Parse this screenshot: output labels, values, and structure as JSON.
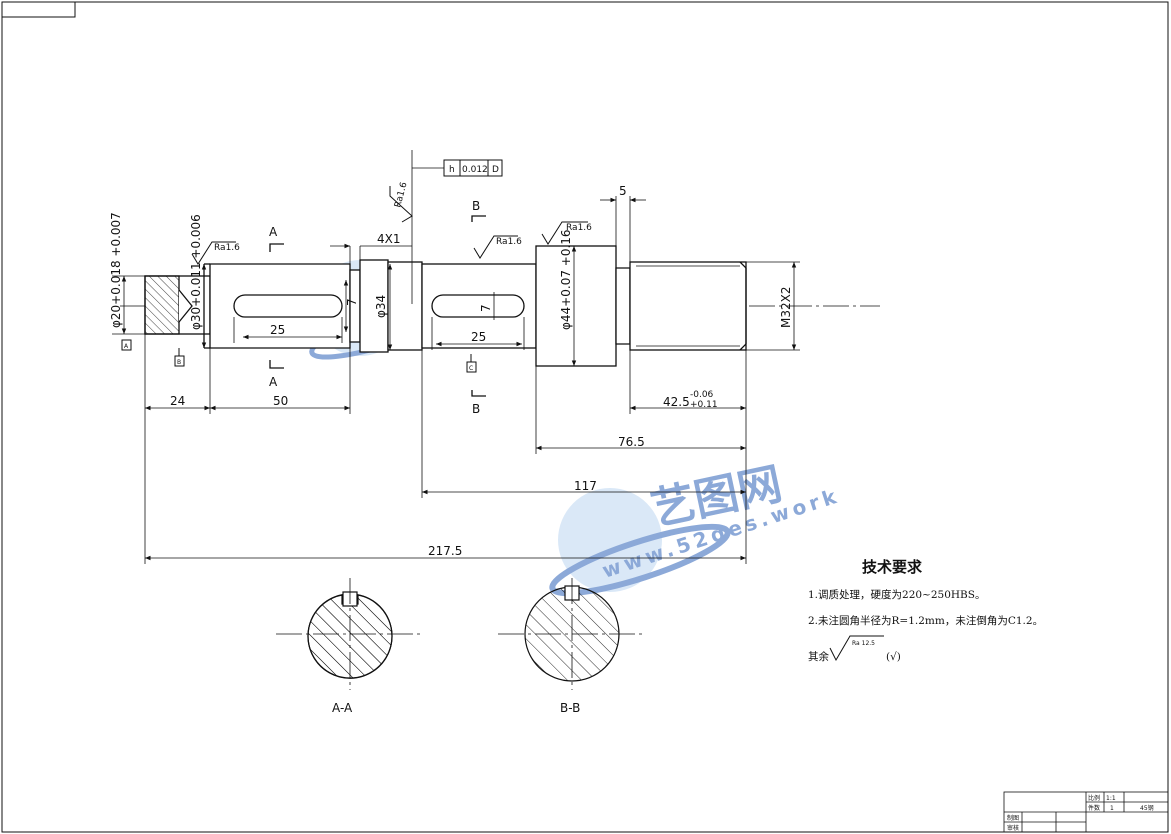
{
  "dimensions": {
    "d_phi20": "φ20+0.018 +0.007",
    "d_phi30": "φ30+0.011 +0.006",
    "d_phi34": "φ34",
    "d_phi44": "φ44+0.07 +0.16",
    "d_m32": "M32X2",
    "d_4x1": "4X1",
    "d_5": "5",
    "d_7a": "7",
    "d_7b": "7",
    "d_25a": "25",
    "d_25b": "25",
    "d_24": "24",
    "d_50": "50",
    "d_42_5": "42.5",
    "d_42_5_tol_up": "-0.06",
    "d_42_5_tol_lo": "+0.11",
    "d_76_5": "76.5",
    "d_117": "117",
    "d_217_5": "217.5"
  },
  "tolerances": {
    "phi20_up": "+0.018",
    "phi20_lo": "+0.007",
    "phi30_up": "+0.011",
    "phi30_lo": "+0.006",
    "phi44_up": "+0.07",
    "phi44_lo": "+0.16"
  },
  "roughness": {
    "r1": "Ra1.6",
    "r2": "Ra1.6",
    "r3": "Ra1.6",
    "r4": "Ra1.6"
  },
  "geo_tol": {
    "symbol": "h",
    "value": "0.012",
    "datum": "D"
  },
  "datums": {
    "a": "A",
    "b": "B",
    "c": "C"
  },
  "sections": {
    "arrow_a_top": "A",
    "arrow_a_bottom": "A",
    "arrow_b_top": "B",
    "arrow_b_bottom": "B",
    "label_aa": "A-A",
    "label_bb": "B-B"
  },
  "notes": {
    "title": "技术要求",
    "item1": "1.调质处理，硬度为220~250HBS。",
    "item2": "2.未注圆角半径为R=1.2mm，未注倒角为C1.2。",
    "rest_prefix": "其余",
    "rest_ra": "Ra 12.5",
    "rest_suffix": "(√)"
  },
  "watermark": {
    "cn": "艺图网",
    "url": "www.52des.work"
  },
  "title_block": {
    "c1": "比例",
    "c2": "1:1",
    "c3": "件数",
    "c4": "1",
    "c5": "45钢",
    "c6": "制图",
    "c7": "审核"
  },
  "colors": {
    "line": "#111111",
    "watermark_blue": "#2f63b8",
    "watermark_light": "#9ec2ea"
  }
}
